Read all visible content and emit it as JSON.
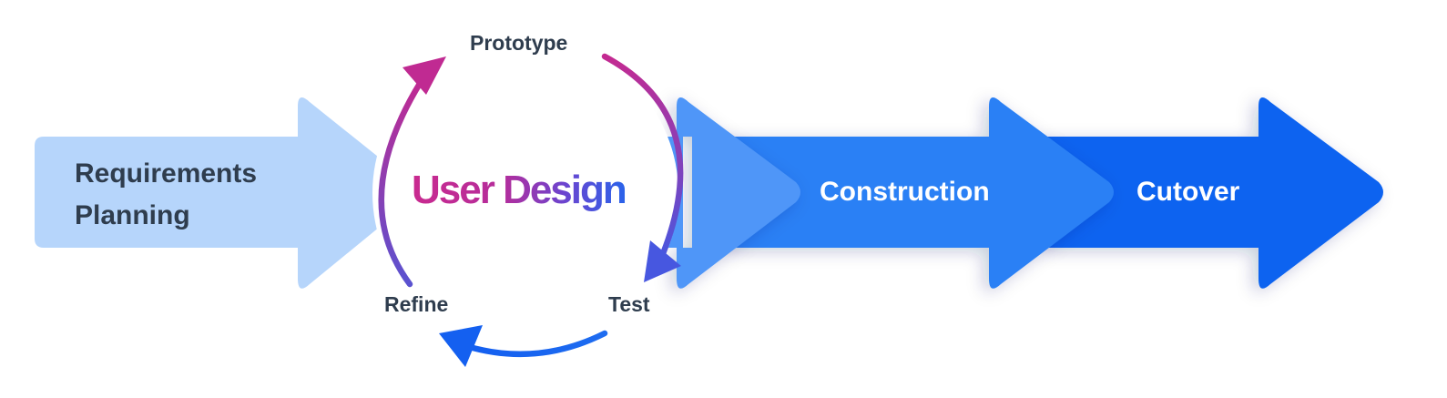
{
  "phases": {
    "requirements": {
      "line1": "Requirements",
      "line2": "Planning"
    },
    "user_design": "User Design",
    "construction": "Construction",
    "cutover": "Cutover"
  },
  "cycle": {
    "prototype": "Prototype",
    "test": "Test",
    "refine": "Refine"
  },
  "colors": {
    "requirements_arrow": "#b6d5fb",
    "user_design_arrow": "#4f96f8",
    "construction_arrow": "#2a80f5",
    "cutover_arrow": "#0a63f0",
    "dark_text": "#2f3d4e",
    "cycle_magenta": "#c42890",
    "cycle_violet": "#7a3fc2",
    "cycle_blue": "#1d66ef"
  }
}
